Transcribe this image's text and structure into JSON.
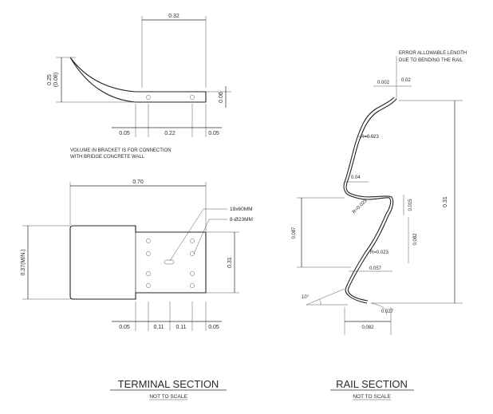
{
  "terminal": {
    "title": "TERMINAL SECTION",
    "subtitle": "NOT TO SCALE",
    "note_line1": "VOLUME IN BRACKET IS FOR CONNECTION",
    "note_line2": "WITH BRIDGE CONCRETE WALL",
    "top_width": "0.32",
    "top_height": "0.25",
    "top_height_bracket": "(0.08)",
    "top_thickness": "0.06",
    "top_seg_left": "0.05",
    "top_seg_mid": "0.22",
    "top_seg_right": "0.05",
    "plan_width": "0.70",
    "plan_height_left": "0.37(MIN.)",
    "plan_height_right": "0.31",
    "slot_label": "19x60MM",
    "hole_label": "8-Ø23MM",
    "bottom_dims": [
      "0.05",
      "0.11",
      "0.11",
      "0.05"
    ]
  },
  "rail": {
    "title": "RAIL SECTION",
    "subtitle": "NOT TO SCALE",
    "error_note_line1": "ERROR ALLOWABLE LENGTH",
    "error_note_line2": "DUE TO BENDING THE RAIL",
    "top_dim1": "0.002",
    "top_dim2": "0.02",
    "r1": "R=0.023",
    "r2": "R=0.023",
    "r3": "R=0.023",
    "d_004": "0.04",
    "d_015": "0.015",
    "d_0087": "0.087",
    "d_0082v": "0.082",
    "d_0057": "0.057",
    "d_031": "0.31",
    "angle": "10°",
    "d_0027": "0.027",
    "d_0082": "0.082"
  }
}
